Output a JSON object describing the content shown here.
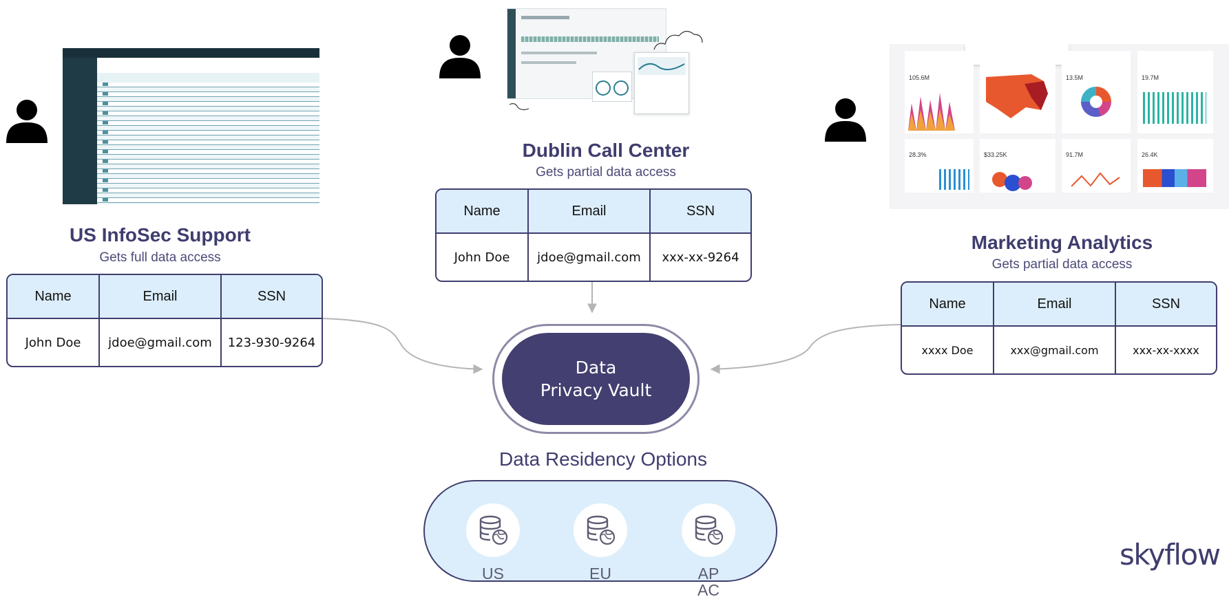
{
  "groups": {
    "us": {
      "title": "US InfoSec Support",
      "subtitle": "Gets full data access",
      "headers": [
        "Name",
        "Email",
        "SSN"
      ],
      "row": [
        "John Doe",
        "jdoe@gmail.com",
        "123-930-9264"
      ]
    },
    "dublin": {
      "title": "Dublin Call Center",
      "subtitle": "Gets partial data access",
      "headers": [
        "Name",
        "Email",
        "SSN"
      ],
      "row": [
        "John Doe",
        "jdoe@gmail.com",
        "xxx-xx-9264"
      ]
    },
    "marketing": {
      "title": "Marketing Analytics",
      "subtitle": "Gets partial data access",
      "headers": [
        "Name",
        "Email",
        "SSN"
      ],
      "row": [
        "xxxx Doe",
        "xxx@gmail.com",
        "xxx-xx-xxxx"
      ]
    }
  },
  "vault": {
    "line1": "Data",
    "line2": "Privacy Vault"
  },
  "residency": {
    "title": "Data Residency Options",
    "regions": [
      "US",
      "EU",
      "APAC"
    ]
  },
  "brand": "skyflow",
  "colors": {
    "accent": "#3f3d6e",
    "table_header": "#dceefb",
    "vault": "#433f70"
  },
  "icons": [
    "person-icon",
    "database-globe-icon"
  ],
  "dashboard_kpis": [
    "105.6M",
    "13.5M",
    "19.7M",
    "28.3%",
    "$33.25K",
    "91.7M",
    "26.4K"
  ]
}
